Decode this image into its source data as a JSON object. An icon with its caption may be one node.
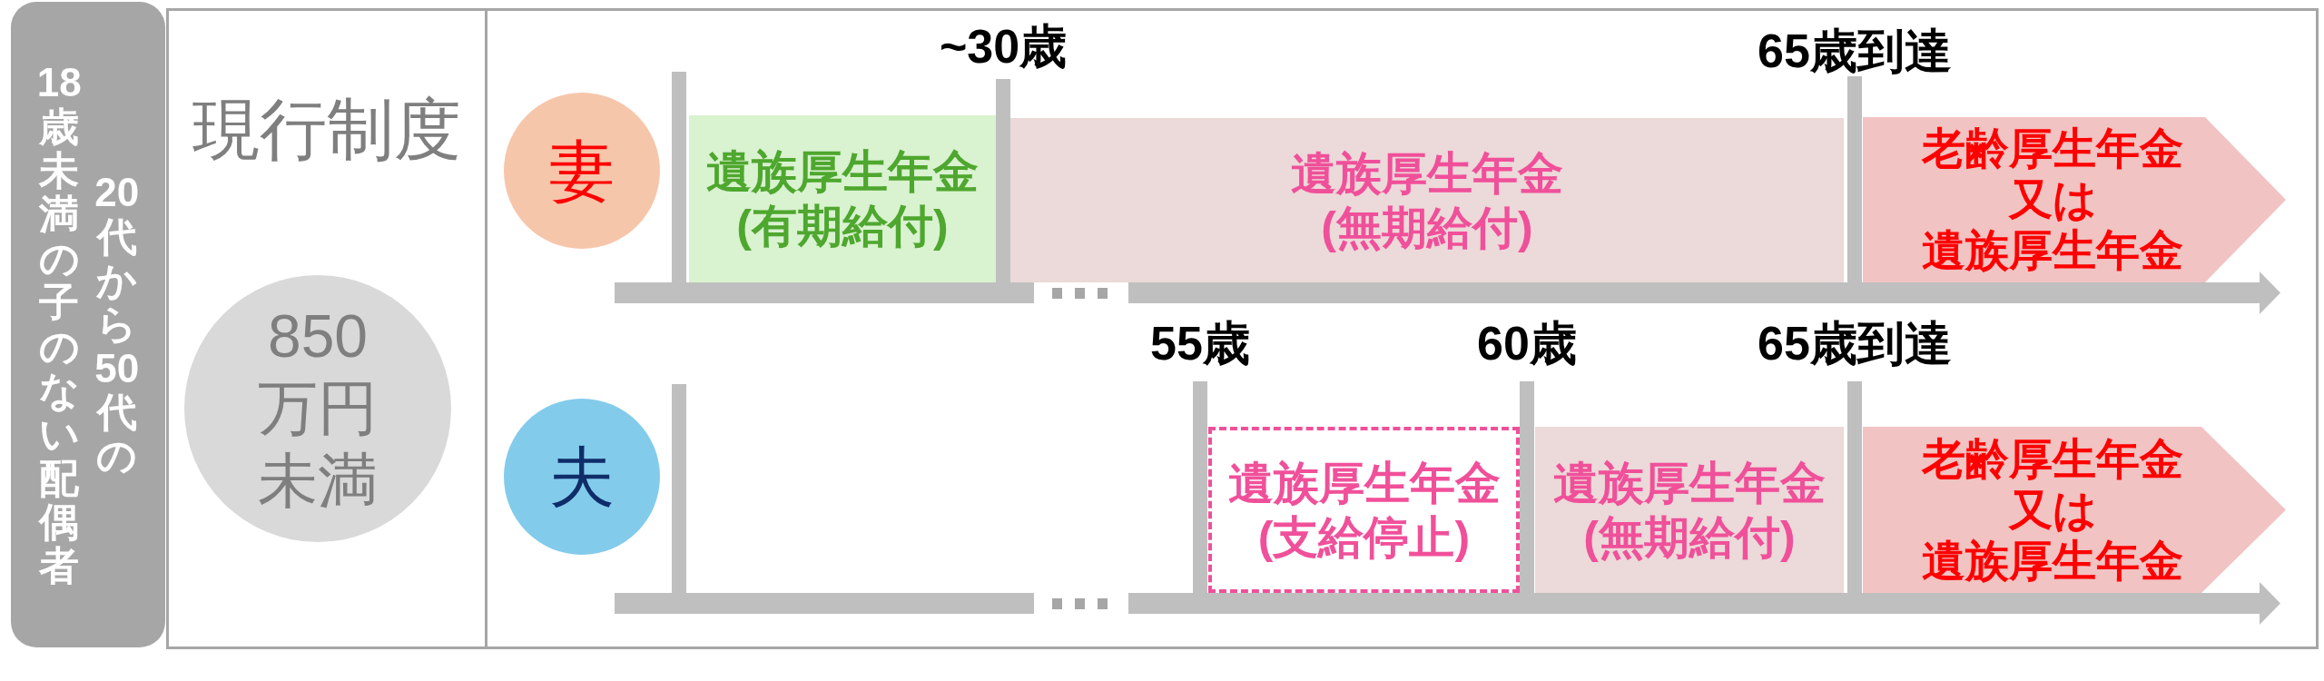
{
  "diagram": {
    "nodes": [
      {
        "text": [
          "18歳未満の子のない配偶者",
          "20代から50代の"
        ]
      },
      {
        "text": [
          "現行制度"
        ]
      },
      {
        "text": [
          "850万円未満"
        ],
        "in": 1
      },
      {
        "text": [
          "妻"
        ]
      },
      {
        "text": [
          "遺族厚生年金(有期給付)"
        ]
      },
      {
        "text": [
          "遺族厚生年金(無期給付)"
        ]
      },
      {
        "text": [
          "老齢厚生年金又は遺族厚生年金"
        ]
      },
      {
        "text": [
          "夫"
        ]
      },
      {
        "text": [
          "遺族厚生年金(支給停止)"
        ]
      },
      {
        "text": [
          "遺族厚生年金(無期給付)"
        ]
      },
      {
        "text": [
          "老齢厚生年金又は遺族厚生年金"
        ]
      }
    ],
    "labels": [
      "~30歳",
      "65歳到達",
      "55歳",
      "60歳",
      "65歳到達"
    ]
  }
}
